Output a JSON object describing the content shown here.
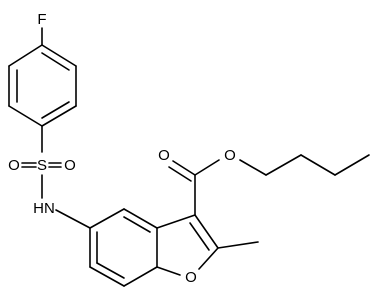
{
  "molecule": {
    "atoms": {
      "fluorine": "F",
      "sulfonyl_oxygen_left": "O",
      "sulfur": "S",
      "sulfonyl_oxygen_right": "O",
      "amine": "HN",
      "carbonyl_oxygen": "O",
      "ester_oxygen": "O",
      "furan_oxygen": "O"
    }
  },
  "colors": {
    "bond": "#000000",
    "label": "#000000",
    "background": "#ffffff"
  }
}
